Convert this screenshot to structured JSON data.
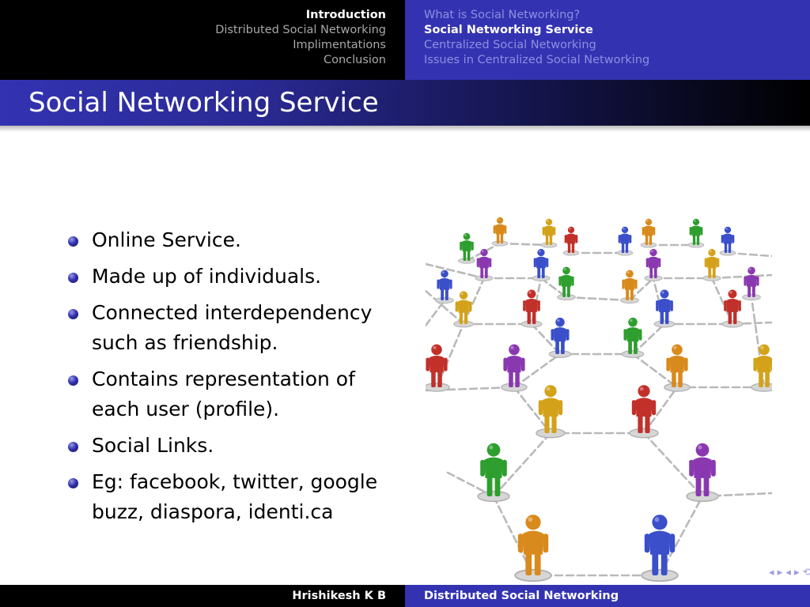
{
  "header": {
    "sections": [
      {
        "label": "Introduction",
        "active": true
      },
      {
        "label": "Distributed Social Networking",
        "active": false
      },
      {
        "label": "Implimentations",
        "active": false
      },
      {
        "label": "Conclusion",
        "active": false
      }
    ],
    "subsections": [
      {
        "label": "What is Social Networking?",
        "active": false
      },
      {
        "label": "Social Networking Service",
        "active": true
      },
      {
        "label": "Centralized Social Networking",
        "active": false
      },
      {
        "label": "Issues in Centralized Social Networking",
        "active": false
      }
    ]
  },
  "frame": {
    "title": "Social Networking Service",
    "bullets": [
      "Online Service.",
      "Made up of individuals.",
      "Connected interdependency such as friendship.",
      "Contains representation of each user (profile).",
      "Social Links.",
      "Eg: facebook, twitter, google buzz, diaspora, identi.ca"
    ]
  },
  "footer": {
    "author": "Hrishikesh K B",
    "short_title": "Distributed Social Networking"
  },
  "nav_symbols": "◂ ▸ ◂ ▸ ⟲ ⟳",
  "colors": {
    "beamer_blue": "#3333b2",
    "header_black": "#000000",
    "figure_palette": [
      "#2e9e2e",
      "#3a4fc9",
      "#d4a21a",
      "#c2302a",
      "#8a38b0",
      "#d98a1c"
    ]
  }
}
